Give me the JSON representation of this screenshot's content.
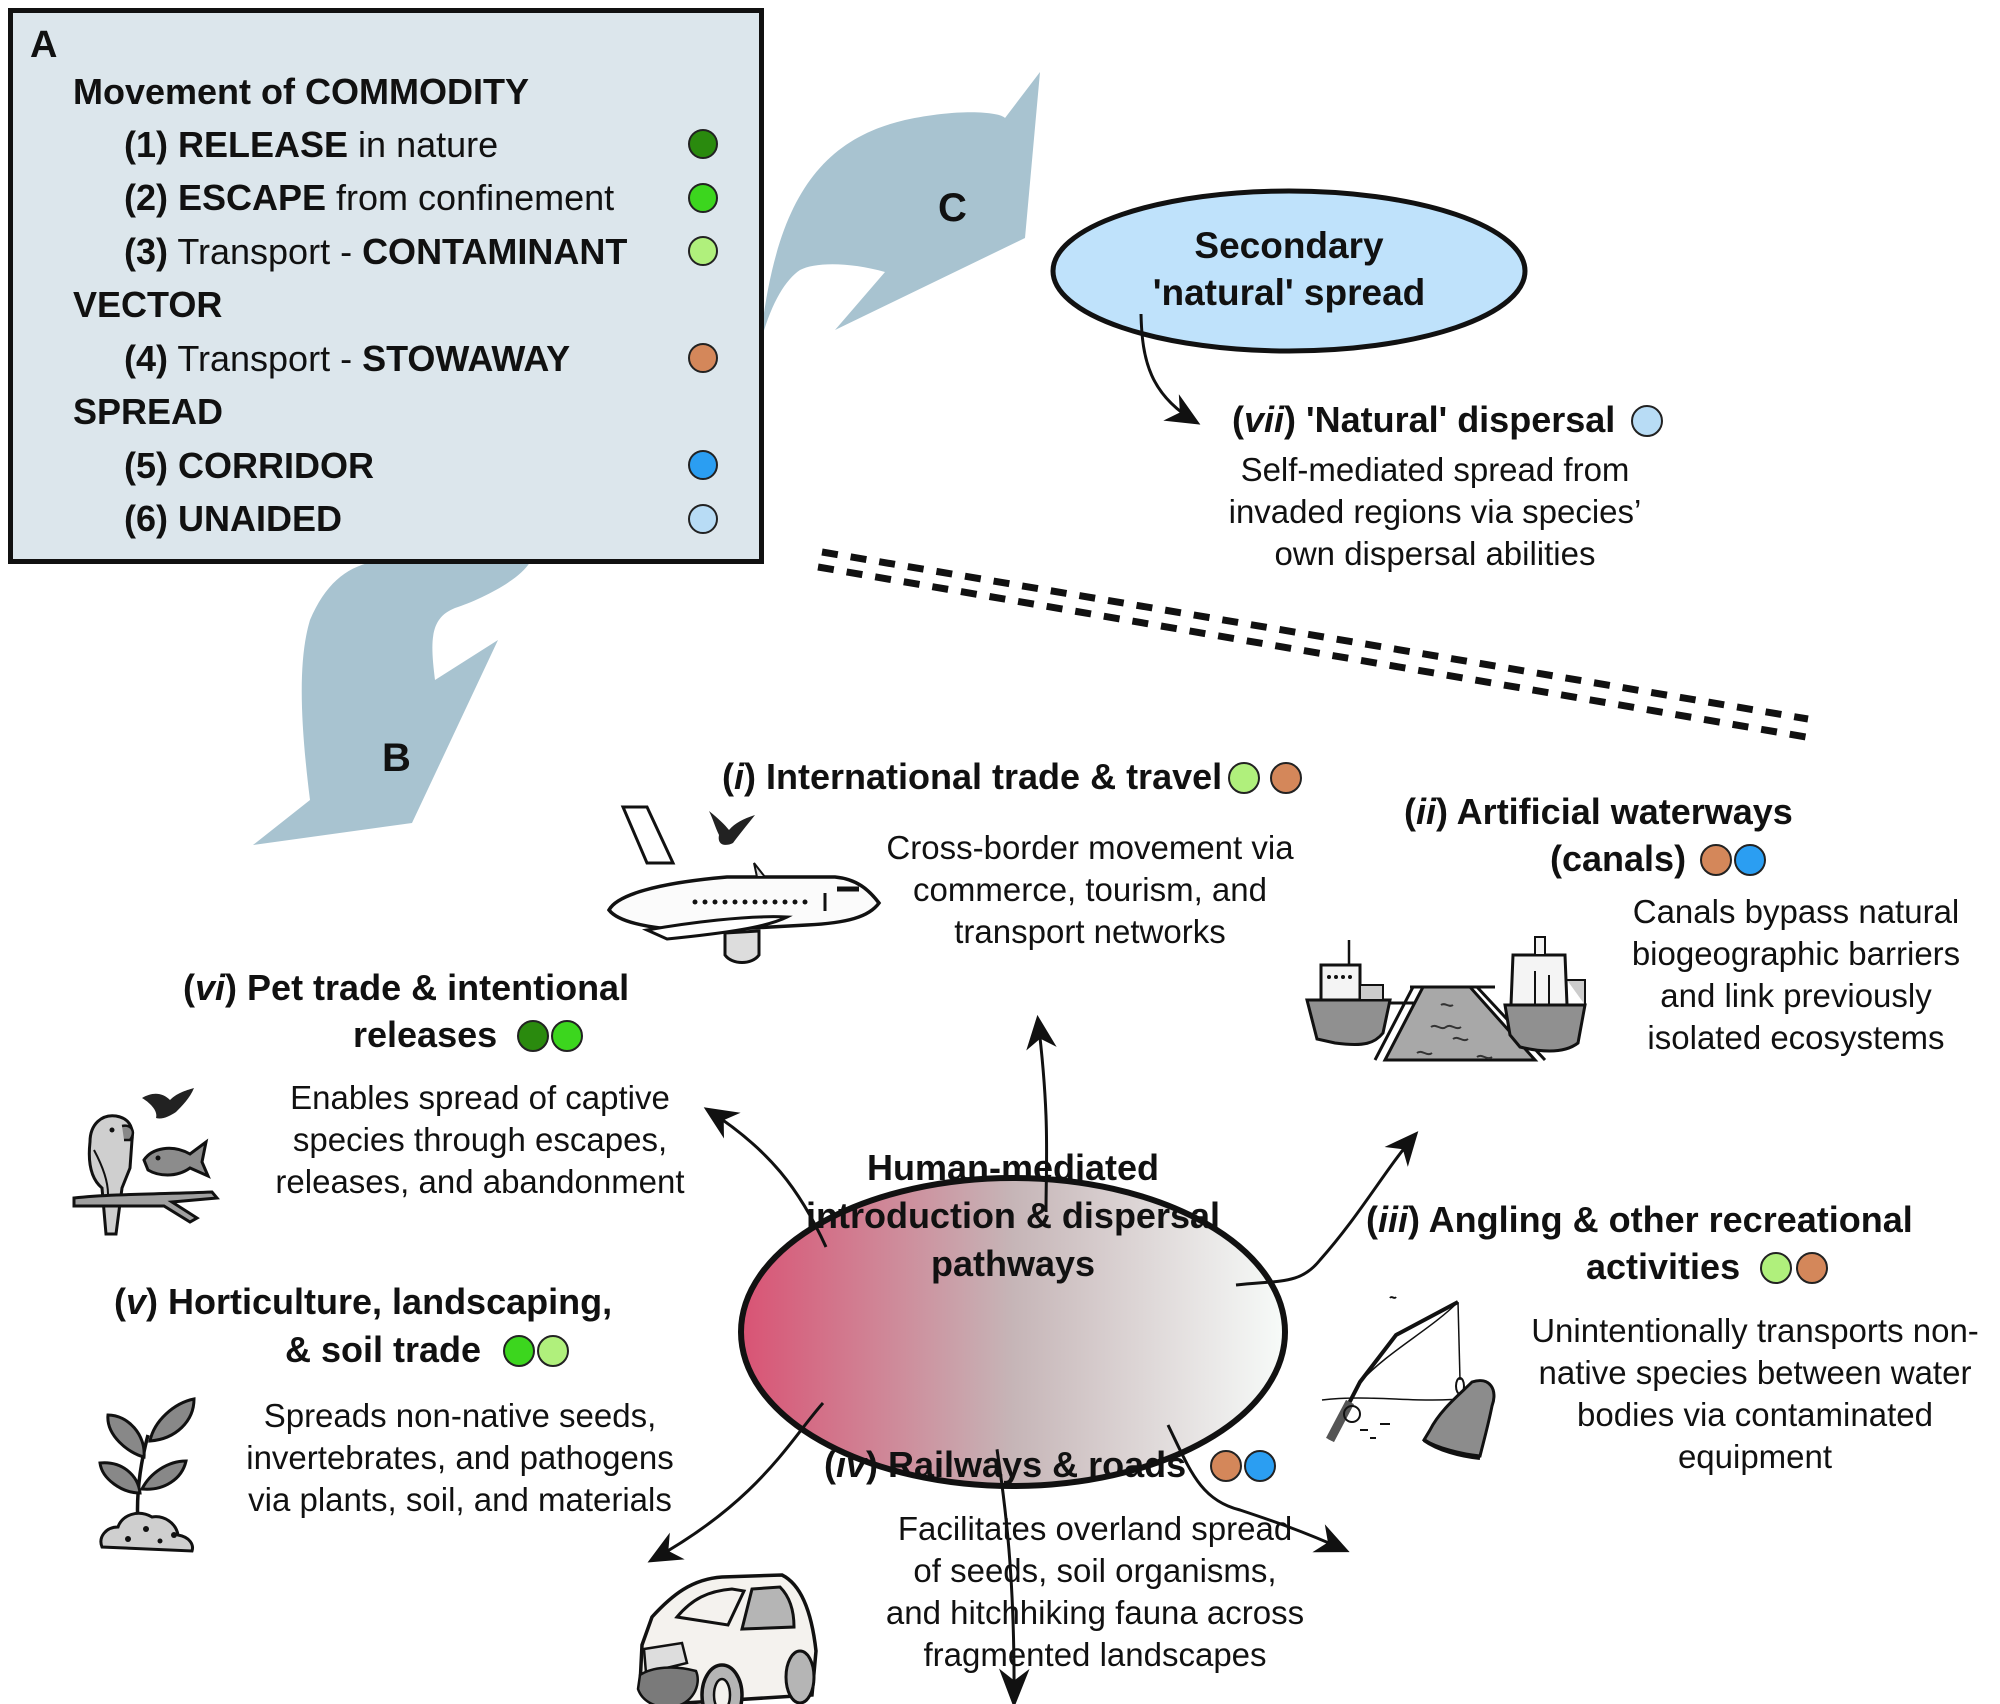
{
  "colors": {
    "release": "#2a8a0e",
    "escape": "#3cd61e",
    "contaminant": "#b0f07c",
    "stowaway": "#d4875a",
    "corridor": "#2b9ef2",
    "unaided": "#b8dcf5",
    "arrow_fill": "#a8c3d0",
    "legend_bg": "#dce6ec",
    "secondary_ellipse": "#bfe2fb",
    "center_gradient_left": "#d95374",
    "center_gradient_mid": "#c6b5b7",
    "center_gradient_right": "#f7fbf9"
  },
  "legend": {
    "panel_letter": "A",
    "groups": [
      {
        "heading": "Movement of COMMODITY",
        "items": [
          {
            "num": "(1) ",
            "bold": "RELEASE",
            "rest": " in nature",
            "color_key": "release"
          },
          {
            "num": "(2) ",
            "bold": "ESCAPE",
            "rest": " from confinement",
            "color_key": "escape"
          },
          {
            "num": "(3) Transport - ",
            "bold": "CONTAMINANT",
            "rest": "",
            "color_key": "contaminant"
          }
        ]
      },
      {
        "heading": "VECTOR",
        "items": [
          {
            "num": "(4) Transport - ",
            "bold": "STOWAWAY",
            "rest": "",
            "color_key": "stowaway"
          }
        ]
      },
      {
        "heading": "SPREAD",
        "items": [
          {
            "num": "(5) ",
            "bold": "CORRIDOR",
            "rest": "",
            "color_key": "corridor"
          },
          {
            "num": "(6) ",
            "bold": "UNAIDED",
            "rest": "",
            "color_key": "unaided"
          }
        ]
      }
    ]
  },
  "arrows": {
    "b_label": "B",
    "c_label": "C"
  },
  "secondary": {
    "ellipse_lines": [
      "Secondary",
      "'natural' spread"
    ],
    "pathway": {
      "numeral": "vii",
      "title": " 'Natural' dispersal",
      "dots": [
        "unaided"
      ],
      "desc": [
        "Self-mediated spread from",
        "invaded regions via species’",
        "own dispersal abilities"
      ]
    }
  },
  "center": {
    "lines": [
      "Human-mediated",
      "introduction & dispersal",
      "pathways"
    ]
  },
  "pathways": {
    "i": {
      "numeral": "i",
      "title": " International trade & travel",
      "dots": [
        "contaminant",
        "stowaway"
      ],
      "desc": [
        "Cross-border movement via",
        "commerce, tourism, and",
        "transport networks"
      ],
      "icon": "airplane-icon"
    },
    "ii": {
      "numeral": "ii",
      "title": " Artificial waterways",
      "title2": "(canals)",
      "dots": [
        "stowaway",
        "corridor"
      ],
      "desc": [
        "Canals bypass natural",
        "biogeographic barriers",
        "and link previously",
        "isolated ecosystems"
      ],
      "icon": "canal-ships-icon"
    },
    "iii": {
      "numeral": "iii",
      "title": " Angling & other recreational",
      "title2": "activities",
      "dots": [
        "contaminant",
        "stowaway"
      ],
      "desc": [
        "Unintentionally transports non-",
        "native species between water",
        "bodies via contaminated",
        "equipment"
      ],
      "icon": "fishing-rod-boot-icon"
    },
    "iv": {
      "numeral": "iv",
      "title": " Railways & roads",
      "dots": [
        "stowaway",
        "corridor"
      ],
      "desc": [
        "Facilitates overland spread",
        "of seeds, soil organisms,",
        "and hitchhiking fauna across",
        "fragmented landscapes"
      ],
      "icon": "muddy-car-icon"
    },
    "v": {
      "numeral": "v",
      "title": " Horticulture, landscaping,",
      "title2": "& soil trade",
      "dots": [
        "escape",
        "contaminant"
      ],
      "desc": [
        "Spreads non-native seeds,",
        "invertebrates, and pathogens",
        "via plants, soil, and materials"
      ],
      "icon": "plant-soil-icon"
    },
    "vi": {
      "numeral": "vi",
      "title": " Pet trade & intentional",
      "title2": "releases",
      "dots": [
        "release",
        "escape"
      ],
      "desc": [
        "Enables spread of captive",
        "species through escapes,",
        "releases, and abandonment"
      ],
      "icon": "parrot-fish-bird-icon"
    }
  }
}
